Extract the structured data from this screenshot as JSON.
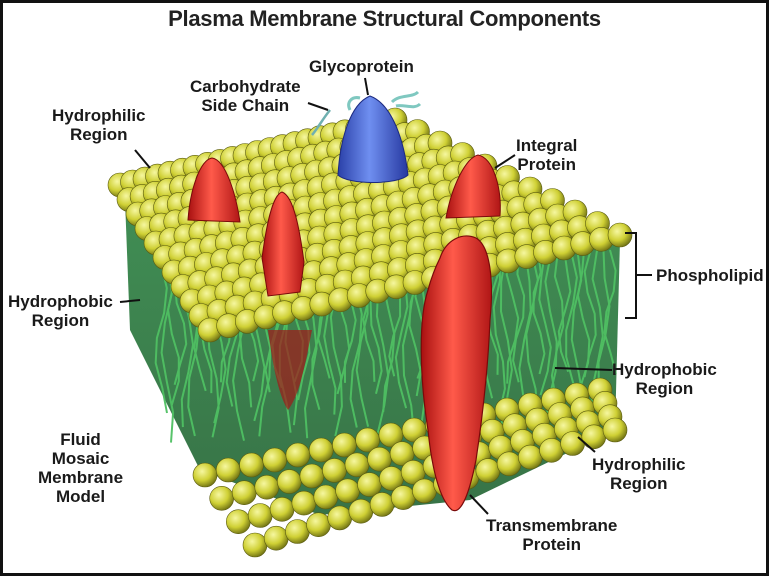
{
  "title": "Plasma Membrane Structural Components",
  "labels": {
    "glycoprotein": "Glycoprotein",
    "carbohydrate": [
      "Carbohydrate",
      "Side Chain"
    ],
    "hydrophilic_top": [
      "Hydrophilic",
      "Region"
    ],
    "integral_protein": [
      "Integral",
      "Protein"
    ],
    "phospholipid": "Phospholipid",
    "hydrophobic_left": [
      "Hydrophobic",
      "Region"
    ],
    "hydrophobic_right": [
      "Hydrophobic",
      "Region"
    ],
    "hydrophilic_bottom": [
      "Hydrophilic",
      "Region"
    ],
    "fluid_mosaic": [
      "Fluid",
      "Mosaic",
      "Membrane",
      "Model"
    ],
    "transmembrane": [
      "Transmembrane",
      "Protein"
    ]
  },
  "colors": {
    "phospholipid_head": "#d8d830",
    "tail": "#2e9a4a",
    "integral_protein": "#e02a2a",
    "glycoprotein": "#3f62d8",
    "carbohydrate": "#7fc8c0"
  }
}
